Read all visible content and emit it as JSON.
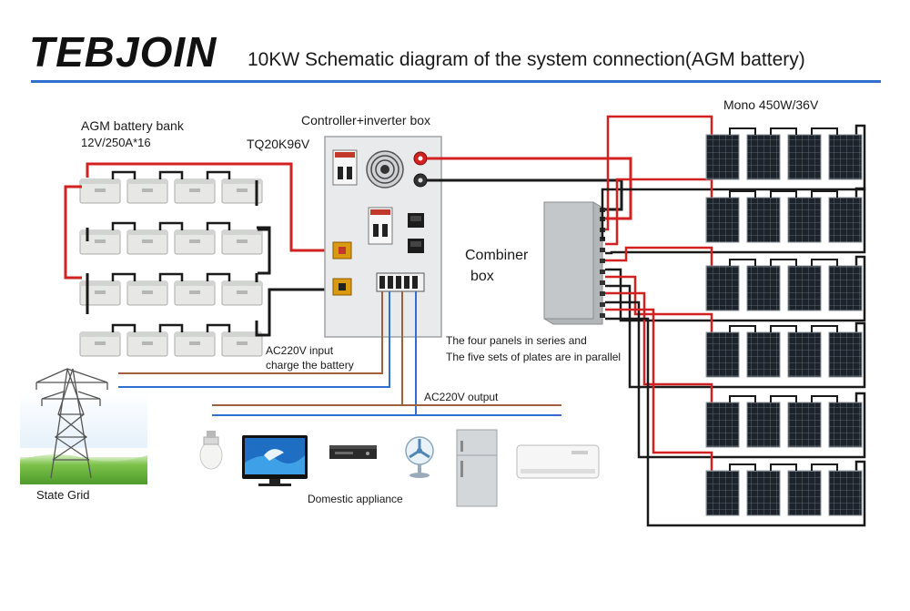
{
  "header": {
    "logo_text": "TEBJOIN",
    "title": "10KW Schematic diagram of the system connection(AGM battery)"
  },
  "battery_bank": {
    "label": "AGM battery bank",
    "spec": "12V/250A*16",
    "rows": 4,
    "per_row": 4
  },
  "inverter": {
    "label": "Controller+inverter box",
    "model": "TQ20K96V"
  },
  "combiner": {
    "label_line1": "Combiner",
    "label_line2": "box"
  },
  "solar": {
    "label": "Mono 450W/36V",
    "rows": 6,
    "per_row": 4
  },
  "notes": {
    "series_line1": "The four panels in series and",
    "series_line2": "The five sets of plates are in parallel",
    "ac_input_line1": "AC220V input",
    "ac_input_line2": "charge the battery",
    "ac_output": "AC220V output",
    "state_grid": "State Grid",
    "domestic": "Domestic appliance"
  },
  "colors": {
    "accent_rule": "#2f6fd0",
    "positive_wire": "#d32020",
    "negative_wire": "#1a1a1a",
    "ac_live": "#a0603a",
    "ac_neutral": "#2f6fd0"
  }
}
